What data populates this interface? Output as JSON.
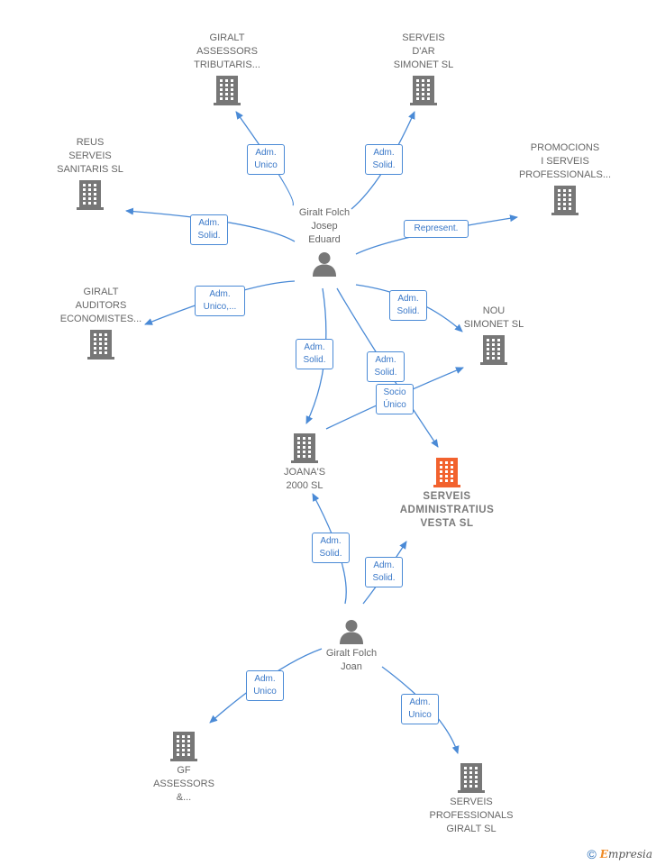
{
  "colors": {
    "edge": "#4a8ad6",
    "building": "#777777",
    "building_highlight": "#f2622e",
    "person": "#777777",
    "main_text": "#7a7a7a"
  },
  "people": [
    {
      "id": "eduard",
      "lines": [
        "Giralt Folch",
        "Josep",
        "Eduard"
      ]
    },
    {
      "id": "joan",
      "lines": [
        "Giralt Folch",
        "Joan"
      ]
    }
  ],
  "companies": [
    {
      "id": "giralt-assessors",
      "lines": [
        "GIRALT",
        "ASSESSORS",
        "TRIBUTARIS..."
      ]
    },
    {
      "id": "serveis-dar",
      "lines": [
        "SERVEIS",
        "D'AR",
        "SIMONET SL"
      ]
    },
    {
      "id": "reus-serveis",
      "lines": [
        "REUS",
        "SERVEIS",
        "SANITARIS SL"
      ]
    },
    {
      "id": "promocions",
      "lines": [
        "PROMOCIONS",
        "I SERVEIS",
        "PROFESSIONALS..."
      ]
    },
    {
      "id": "giralt-auditors",
      "lines": [
        "GIRALT",
        "AUDITORS",
        "ECONOMISTES..."
      ]
    },
    {
      "id": "nou-simonet",
      "lines": [
        "NOU",
        "SIMONET SL"
      ]
    },
    {
      "id": "joanas",
      "lines": [
        "JOANA'S",
        "2000 SL"
      ]
    },
    {
      "id": "vesta",
      "lines": [
        "SERVEIS",
        "ADMINISTRATIUS",
        "VESTA  SL"
      ],
      "highlight": true
    },
    {
      "id": "gf-assessors",
      "lines": [
        "GF",
        "ASSESSORS",
        "&..."
      ]
    },
    {
      "id": "serveis-professionals",
      "lines": [
        "SERVEIS",
        "PROFESSIONALS",
        "GIRALT SL"
      ]
    }
  ],
  "relations": [
    {
      "id": "rel-eduard-giralt-assessors",
      "lines": [
        "Adm.",
        "Unico"
      ]
    },
    {
      "id": "rel-eduard-serveis-dar",
      "lines": [
        "Adm.",
        "Solid."
      ]
    },
    {
      "id": "rel-eduard-reus",
      "lines": [
        "Adm.",
        "Solid."
      ]
    },
    {
      "id": "rel-eduard-promocions",
      "lines": [
        "Represent."
      ]
    },
    {
      "id": "rel-eduard-auditors",
      "lines": [
        "Adm.",
        "Unico,..."
      ]
    },
    {
      "id": "rel-eduard-nou-simonet",
      "lines": [
        "Adm.",
        "Solid."
      ]
    },
    {
      "id": "rel-eduard-joanas",
      "lines": [
        "Adm.",
        "Solid."
      ]
    },
    {
      "id": "rel-eduard-vesta",
      "lines": [
        "Adm.",
        "Solid."
      ]
    },
    {
      "id": "rel-joanas-nou-simonet",
      "lines": [
        "Socio",
        "Único"
      ]
    },
    {
      "id": "rel-joan-joanas",
      "lines": [
        "Adm.",
        "Solid."
      ]
    },
    {
      "id": "rel-joan-vesta",
      "lines": [
        "Adm.",
        "Solid."
      ]
    },
    {
      "id": "rel-joan-gf",
      "lines": [
        "Adm.",
        "Unico"
      ]
    },
    {
      "id": "rel-joan-serveis-professionals",
      "lines": [
        "Adm.",
        "Unico"
      ]
    }
  ],
  "watermark": {
    "copyright": "©",
    "brand_initial": "E",
    "brand_rest": "mpresia"
  }
}
